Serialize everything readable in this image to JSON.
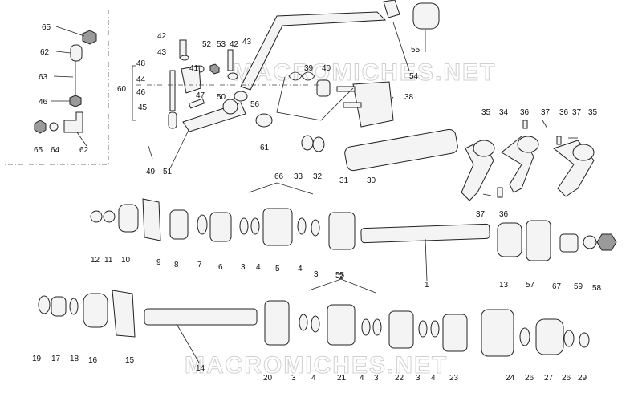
{
  "watermarks": [
    "MACROMICHES.NET",
    "MACROMICHES.NET"
  ],
  "callouts": [
    {
      "id": "l65a",
      "text": "65"
    },
    {
      "id": "l62a",
      "text": "62"
    },
    {
      "id": "l63",
      "text": "63"
    },
    {
      "id": "l46a",
      "text": "46"
    },
    {
      "id": "l65b",
      "text": "65"
    },
    {
      "id": "l64",
      "text": "64"
    },
    {
      "id": "l62b",
      "text": "62"
    },
    {
      "id": "l42a",
      "text": "42"
    },
    {
      "id": "l43a",
      "text": "43"
    },
    {
      "id": "l52",
      "text": "52"
    },
    {
      "id": "l53",
      "text": "53"
    },
    {
      "id": "l42b",
      "text": "42"
    },
    {
      "id": "l43b",
      "text": "43"
    },
    {
      "id": "l48",
      "text": "48"
    },
    {
      "id": "l41",
      "text": "41"
    },
    {
      "id": "l60",
      "text": "60"
    },
    {
      "id": "l44",
      "text": "44"
    },
    {
      "id": "l46b",
      "text": "46"
    },
    {
      "id": "l45",
      "text": "45"
    },
    {
      "id": "l47",
      "text": "47"
    },
    {
      "id": "l50",
      "text": "50"
    },
    {
      "id": "l56a",
      "text": "56"
    },
    {
      "id": "l61",
      "text": "61"
    },
    {
      "id": "l49",
      "text": "49"
    },
    {
      "id": "l51",
      "text": "51"
    },
    {
      "id": "l39",
      "text": "39"
    },
    {
      "id": "l40",
      "text": "40"
    },
    {
      "id": "l38",
      "text": "38"
    },
    {
      "id": "l55a",
      "text": "55"
    },
    {
      "id": "l54",
      "text": "54"
    },
    {
      "id": "l35a",
      "text": "35"
    },
    {
      "id": "l34",
      "text": "34"
    },
    {
      "id": "l36a",
      "text": "36"
    },
    {
      "id": "l37a",
      "text": "37"
    },
    {
      "id": "l36b",
      "text": "36"
    },
    {
      "id": "l37b",
      "text": "37"
    },
    {
      "id": "l35b",
      "text": "35"
    },
    {
      "id": "l33",
      "text": "33"
    },
    {
      "id": "l32",
      "text": "32"
    },
    {
      "id": "l31",
      "text": "31"
    },
    {
      "id": "l30",
      "text": "30"
    },
    {
      "id": "l37c",
      "text": "37"
    },
    {
      "id": "l36c",
      "text": "36"
    },
    {
      "id": "l66",
      "text": "66"
    },
    {
      "id": "l12",
      "text": "12"
    },
    {
      "id": "l11",
      "text": "11"
    },
    {
      "id": "l10",
      "text": "10"
    },
    {
      "id": "l9",
      "text": "9"
    },
    {
      "id": "l8",
      "text": "8"
    },
    {
      "id": "l7",
      "text": "7"
    },
    {
      "id": "l6",
      "text": "6"
    },
    {
      "id": "l3a",
      "text": "3"
    },
    {
      "id": "l4a",
      "text": "4"
    },
    {
      "id": "l5",
      "text": "5"
    },
    {
      "id": "l4b",
      "text": "4"
    },
    {
      "id": "l3b",
      "text": "3"
    },
    {
      "id": "l2",
      "text": "2"
    },
    {
      "id": "l1",
      "text": "1"
    },
    {
      "id": "l13",
      "text": "13"
    },
    {
      "id": "l57",
      "text": "57"
    },
    {
      "id": "l67",
      "text": "67"
    },
    {
      "id": "l59",
      "text": "59"
    },
    {
      "id": "l58",
      "text": "58"
    },
    {
      "id": "l55b",
      "text": "55"
    },
    {
      "id": "l19",
      "text": "19"
    },
    {
      "id": "l17",
      "text": "17"
    },
    {
      "id": "l18",
      "text": "18"
    },
    {
      "id": "l16",
      "text": "16"
    },
    {
      "id": "l15",
      "text": "15"
    },
    {
      "id": "l14",
      "text": "14"
    },
    {
      "id": "l20",
      "text": "20"
    },
    {
      "id": "l3c",
      "text": "3"
    },
    {
      "id": "l4c",
      "text": "4"
    },
    {
      "id": "l21",
      "text": "21"
    },
    {
      "id": "l4d",
      "text": "4"
    },
    {
      "id": "l3d",
      "text": "3"
    },
    {
      "id": "l22",
      "text": "22"
    },
    {
      "id": "l3e",
      "text": "3"
    },
    {
      "id": "l4e",
      "text": "4"
    },
    {
      "id": "l23",
      "text": "23"
    },
    {
      "id": "l24",
      "text": "24"
    },
    {
      "id": "l26a",
      "text": "26"
    },
    {
      "id": "l27",
      "text": "27"
    },
    {
      "id": "l26b",
      "text": "26"
    },
    {
      "id": "l29",
      "text": "29"
    }
  ]
}
